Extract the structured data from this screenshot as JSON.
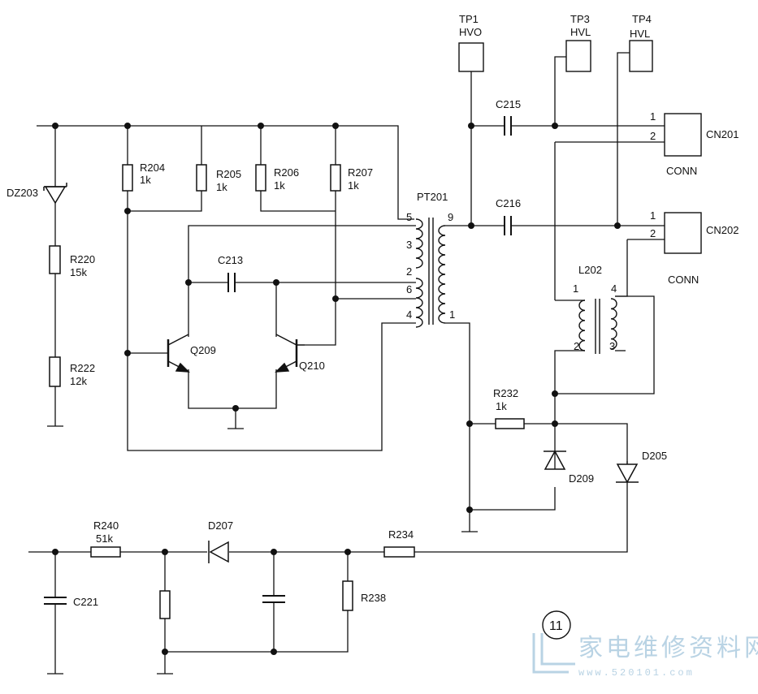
{
  "components": [
    {
      "id": "dz203",
      "ref": "DZ203"
    },
    {
      "id": "r220",
      "ref": "R220",
      "value": "15k"
    },
    {
      "id": "r222",
      "ref": "R222",
      "value": "12k"
    },
    {
      "id": "r204",
      "ref": "R204",
      "value": "1k"
    },
    {
      "id": "r205",
      "ref": "R205",
      "value": "1k"
    },
    {
      "id": "r206",
      "ref": "R206",
      "value": "1k"
    },
    {
      "id": "r207",
      "ref": "R207",
      "value": "1k"
    },
    {
      "id": "c213",
      "ref": "C213"
    },
    {
      "id": "q209",
      "ref": "Q209"
    },
    {
      "id": "q210",
      "ref": "Q210"
    },
    {
      "id": "pt201",
      "ref": "PT201",
      "pins_left": [
        "5",
        "3",
        "2",
        "6",
        "4"
      ],
      "pins_right": [
        "9",
        "1"
      ]
    },
    {
      "id": "tp1",
      "ref": "TP1",
      "net": "HVO"
    },
    {
      "id": "tp3",
      "ref": "TP3",
      "net": "HVL"
    },
    {
      "id": "tp4",
      "ref": "TP4",
      "net": "HVL"
    },
    {
      "id": "c215",
      "ref": "C215"
    },
    {
      "id": "c216",
      "ref": "C216"
    },
    {
      "id": "cn201",
      "ref": "CN201",
      "type": "CONN",
      "pins": [
        "1",
        "2"
      ]
    },
    {
      "id": "cn202",
      "ref": "CN202",
      "type": "CONN",
      "pins": [
        "1",
        "2"
      ]
    },
    {
      "id": "l202",
      "ref": "L202",
      "pins": [
        "1",
        "4",
        "2",
        "3"
      ]
    },
    {
      "id": "r232",
      "ref": "R232",
      "value": "1k"
    },
    {
      "id": "d209",
      "ref": "D209"
    },
    {
      "id": "d205",
      "ref": "D205"
    },
    {
      "id": "r240",
      "ref": "R240",
      "value": "51k"
    },
    {
      "id": "d207",
      "ref": "D207"
    },
    {
      "id": "r234",
      "ref": "R234"
    },
    {
      "id": "r238",
      "ref": "R238"
    },
    {
      "id": "c221",
      "ref": "C221"
    }
  ],
  "page_marker": "11",
  "watermark": {
    "text": "家电维修资料网",
    "url": "www.520101.com",
    "color": "#b9d3e4"
  },
  "ink_color": "#111111"
}
